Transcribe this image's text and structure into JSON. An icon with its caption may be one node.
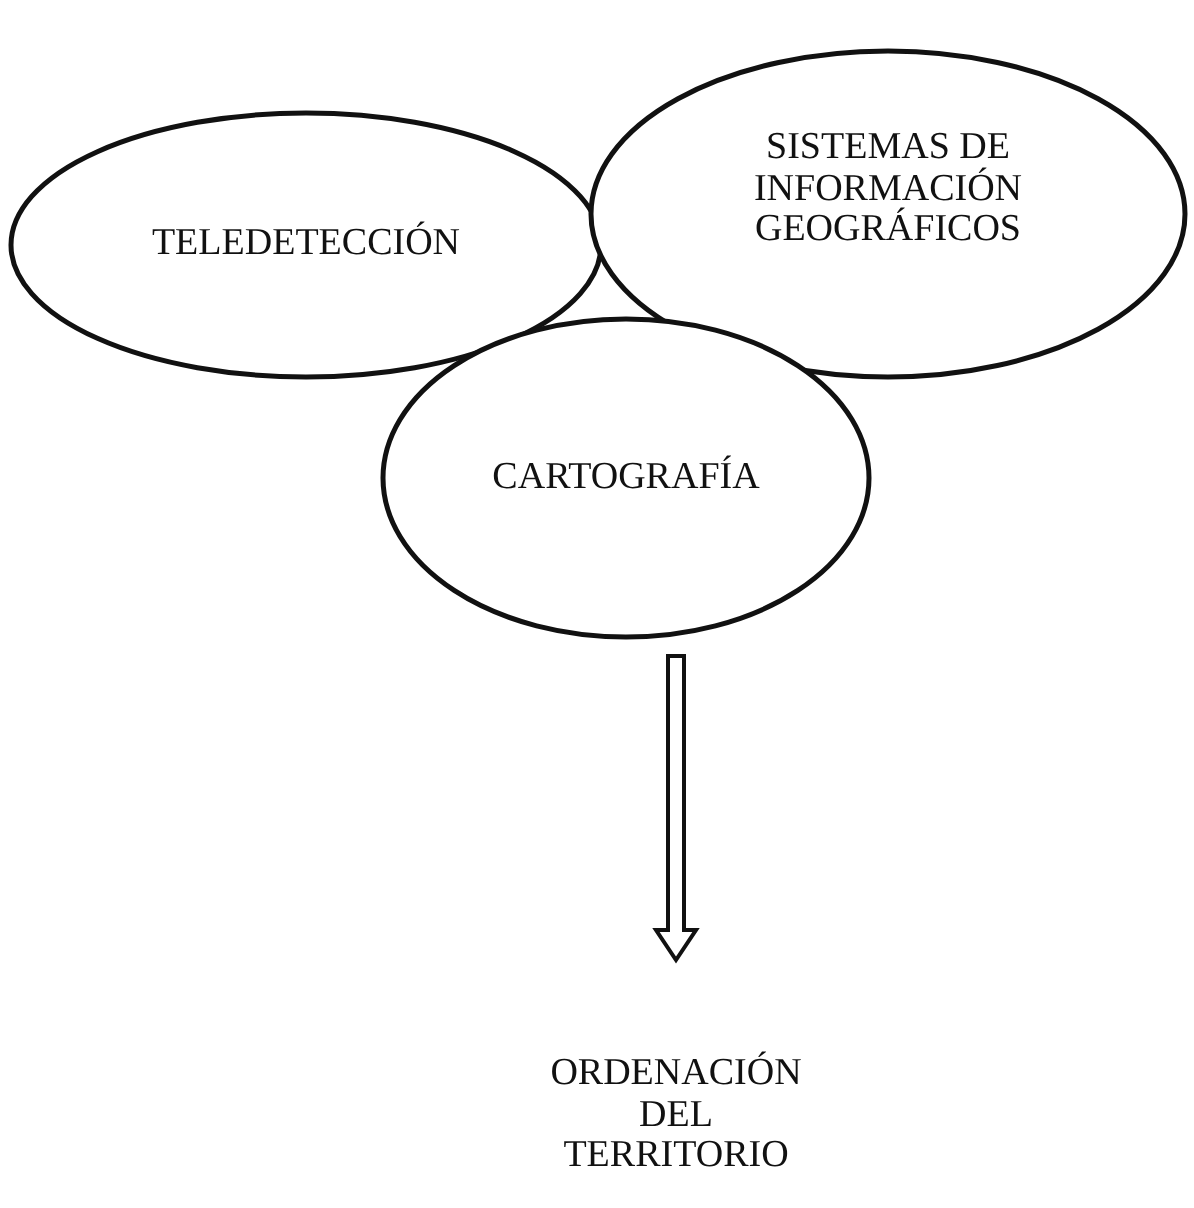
{
  "diagram": {
    "nodes": [
      {
        "text": [
          "TELEDETECCIÓN"
        ]
      },
      {
        "text": [
          "SISTEMAS DE INFORMACIÓN GEOGRÁFICOS"
        ]
      },
      {
        "text": [
          "CARTOGRAFÍA"
        ]
      },
      {
        "text": [
          "ORDENACIÓN DEL TERRITORIO"
        ]
      }
    ],
    "edges": [
      {
        "from": 2,
        "to": 3,
        "arrow": "to",
        "style": "thick"
      }
    ]
  }
}
